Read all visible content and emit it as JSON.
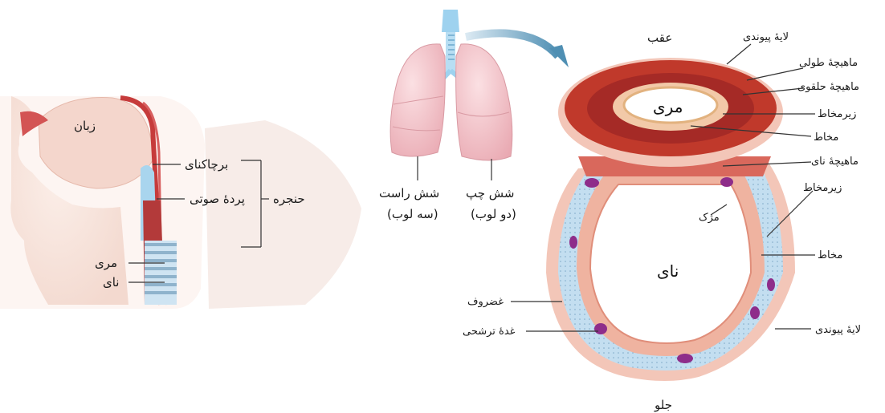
{
  "left_panel": {
    "tongue": "زبان",
    "epiglottis": "برچاکنای",
    "vocal_cord": "پردهٔ صوتی",
    "larynx": "حنجره",
    "esophagus": "مری",
    "trachea": "نای"
  },
  "lungs": {
    "right_lung": "شش راست",
    "right_lobes": "(سه لوب)",
    "left_lung": "شش چپ",
    "left_lobes": "(دو لوب)"
  },
  "cross_section": {
    "back": "عقب",
    "front": "جلو",
    "esophagus": "مری",
    "trachea": "نای",
    "connective_top": "لایهٔ پیوندی",
    "longitudinal_muscle": "ماهیچهٔ طولی",
    "circular_muscle": "ماهیچهٔ حلقوی",
    "submucosa_top": "زیرمخاط",
    "mucosa_top": "مخاط",
    "trachea_muscle": "ماهیچهٔ نای",
    "submucosa": "زیرمخاط",
    "cilia": "مژک",
    "mucosa": "مخاط",
    "cartilage": "غضروف",
    "mucous_gland": "غدهٔ ترشحی",
    "connective_bottom": "لایهٔ پیوندی"
  },
  "colors": {
    "muscle_red": "#c0392b",
    "mucosa_pink": "#f2b9a6",
    "cartilage_blue": "#b9d8ec",
    "gland_purple": "#8e2d8a",
    "lung_pink": "#f1c3c8",
    "trachea_blue": "#9ed2ef"
  }
}
